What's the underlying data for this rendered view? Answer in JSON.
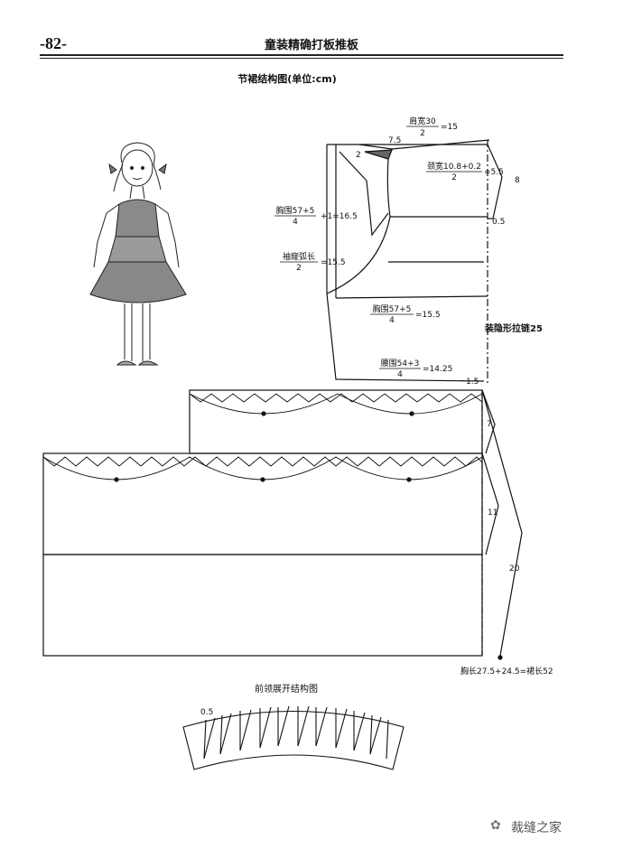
{
  "header": {
    "page_number": "-82-",
    "book_title": "童装精确打板推板"
  },
  "diagram": {
    "title": "节裙结构图(单位:cm)",
    "bodice_labels": {
      "shoulder_numer": "肩宽30",
      "shoulder_denom": "2",
      "shoulder_result": "=15",
      "neck_depth": "7.5",
      "shoulder_slope": "2",
      "neck_numer": "颈宽10.8+0.2",
      "neck_denom": "2",
      "neck_result": "=5.5",
      "side_8": "8",
      "chest_numer": "胸围57+5",
      "chest_denom": "4",
      "chest_result": "+1=16.5",
      "armhole_numer": "袖窿弧长",
      "armhole_denom": "2",
      "armhole_result": "=15.5",
      "right_05": "0.5",
      "chest2_numer": "胸围57+5",
      "chest2_denom": "4",
      "chest2_result": "=15.5",
      "zipper": "装隐形拉链25",
      "waist_numer": "腰围54+3",
      "waist_denom": "4",
      "waist_result": "=14.25",
      "waist_15": "1.5"
    },
    "skirt_labels": {
      "tier_7": "7",
      "tier_11": "11",
      "total_20": "20",
      "length_note": "胸长27.5+24.5=裙长52"
    },
    "collar": {
      "title": "前领展开结构图",
      "label_05": "0.5"
    }
  },
  "watermark": {
    "icon": "wechat-icon",
    "text": "裁缝之家"
  }
}
